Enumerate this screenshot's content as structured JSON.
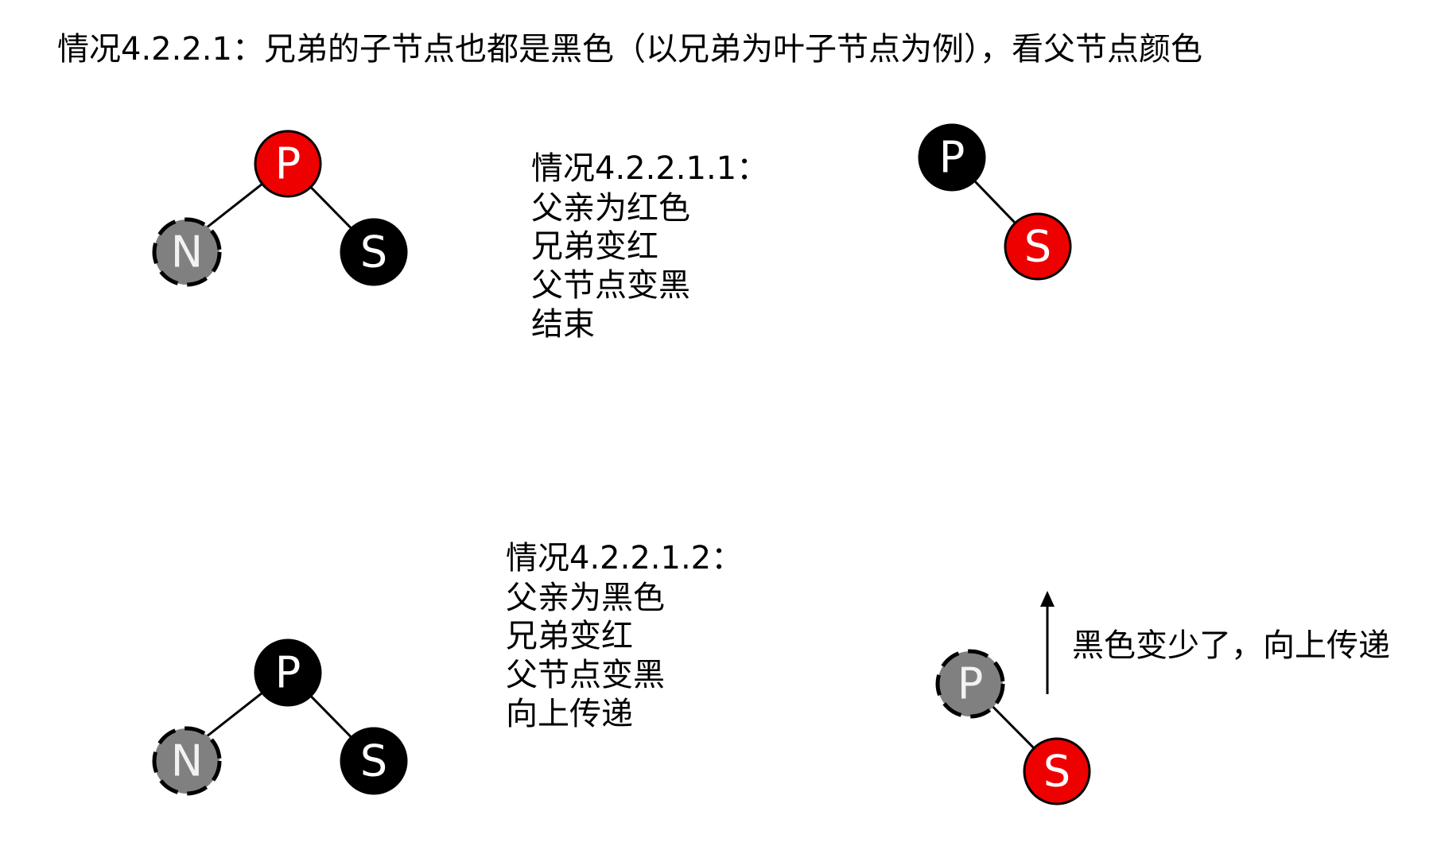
{
  "title": "情况4.2.2.1：兄弟的子节点也都是黑色（以兄弟为叶子节点为例），看父节点颜色",
  "colors": {
    "red": "#ee0000",
    "black": "#000000",
    "gray": "#808080",
    "node_text_light": "#ffffff",
    "double_black_text": "#f2f2f2"
  },
  "case1": {
    "description_lines": [
      "情况4.2.2.1.1：",
      "父亲为红色",
      "兄弟变红",
      "父节点变黑",
      "结束"
    ],
    "before": {
      "parent": {
        "label": "P",
        "color": "red"
      },
      "target": {
        "label": "N",
        "color": "gray",
        "double_black": true
      },
      "sibling": {
        "label": "S",
        "color": "black"
      }
    },
    "after": {
      "parent": {
        "label": "P",
        "color": "black"
      },
      "sibling": {
        "label": "S",
        "color": "red"
      }
    }
  },
  "case2": {
    "description_lines": [
      "情况4.2.2.1.2：",
      "父亲为黑色",
      "兄弟变红",
      "父节点变黑",
      "向上传递"
    ],
    "before": {
      "parent": {
        "label": "P",
        "color": "black"
      },
      "target": {
        "label": "N",
        "color": "gray",
        "double_black": true
      },
      "sibling": {
        "label": "S",
        "color": "black"
      }
    },
    "after": {
      "parent": {
        "label": "P",
        "color": "gray",
        "double_black": true
      },
      "sibling": {
        "label": "S",
        "color": "red"
      }
    },
    "arrow_note": "黑色变少了，向上传递"
  },
  "icons": {
    "up_arrow": "up-arrow-icon"
  }
}
